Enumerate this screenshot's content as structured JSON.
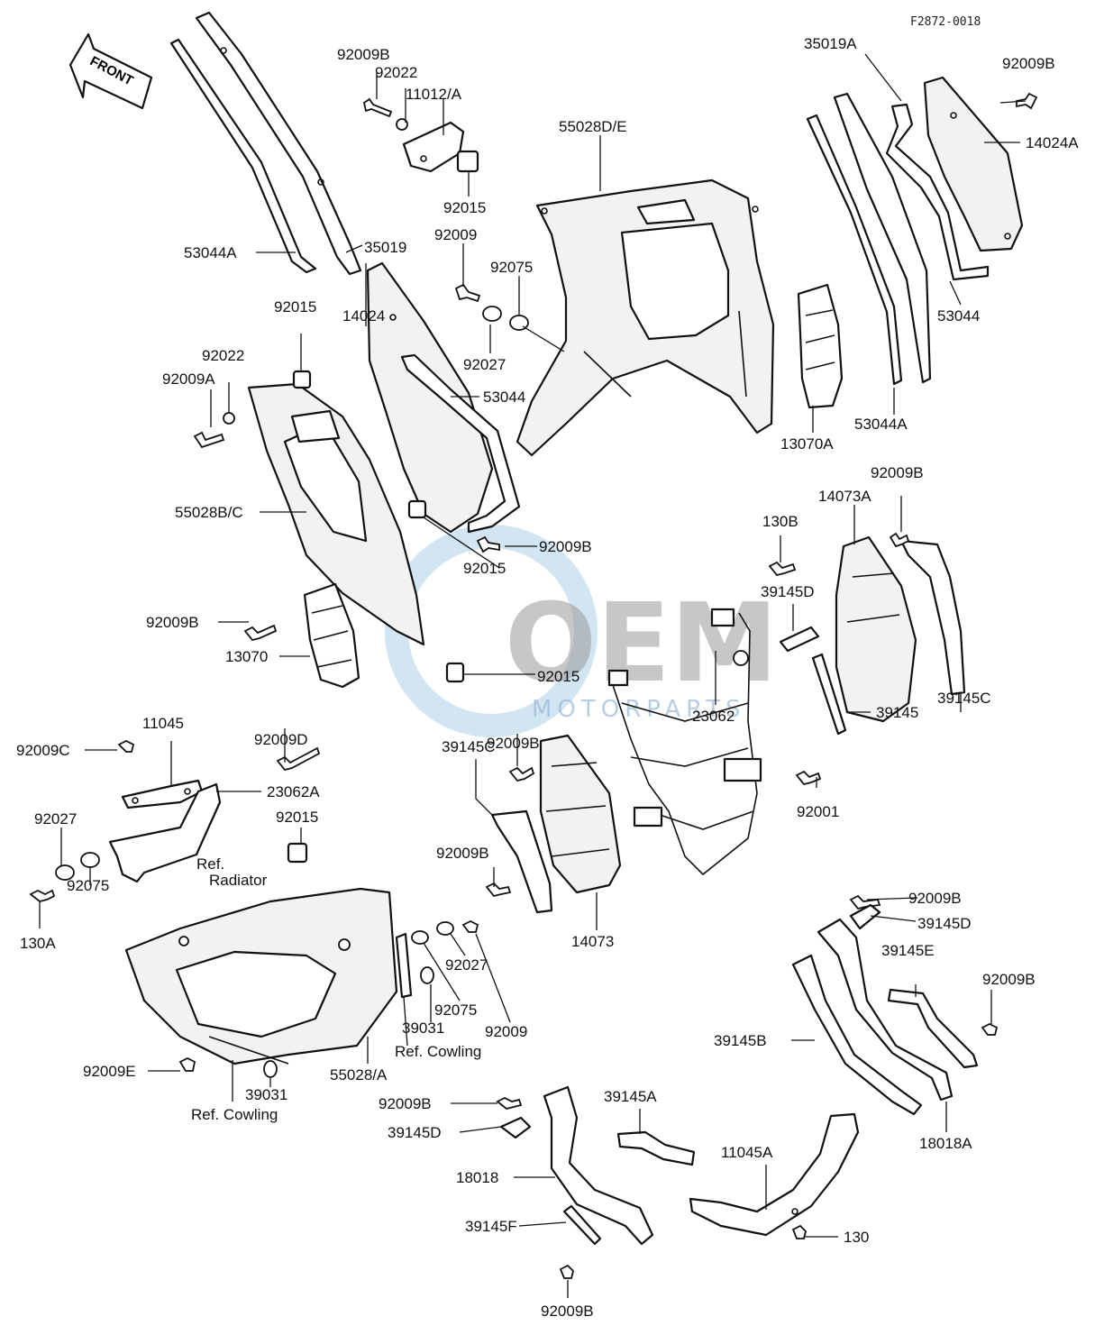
{
  "diagram_code": "F2872-0018",
  "front_arrow_label": "FRONT",
  "watermark": {
    "main": "OEM",
    "sub": "MOTORPARTS"
  },
  "labels": {
    "l_92009B_a": "92009B",
    "l_92022_a": "92022",
    "l_11012A": "11012/A",
    "l_92015_a": "92015",
    "l_53044A_a": "53044A",
    "l_35019": "35019",
    "l_55028DE": "55028D/E",
    "l_92009_a": "92009",
    "l_92075_a": "92075",
    "l_92027_a": "92027",
    "l_35019A": "35019A",
    "l_92009B_b": "92009B",
    "l_14024A": "14024A",
    "l_53044_a": "53044",
    "l_53044A_b": "53044A",
    "l_13070A": "13070A",
    "l_92015_b": "92015",
    "l_14024": "14024",
    "l_92022_b": "92022",
    "l_92009A": "92009A",
    "l_53044_b": "53044",
    "l_55028BC": "55028B/C",
    "l_92009B_c": "92009B",
    "l_92015_c": "92015",
    "l_92009B_d": "92009B",
    "l_13070": "13070",
    "l_92015_d": "92015",
    "l_92009D": "92009D",
    "l_92009B_e": "92009B",
    "l_14073A": "14073A",
    "l_130B": "130B",
    "l_39145D_a": "39145D",
    "l_39145C_a": "39145C",
    "l_39145": "39145",
    "l_23062": "23062",
    "l_92009B_f": "92009B",
    "l_39145C_b": "39145C",
    "l_92001": "92001",
    "l_11045": "11045",
    "l_92009C": "92009C",
    "l_23062A": "23062A",
    "l_92027_b": "92027",
    "l_92015_e": "92015",
    "l_ref_radiator_1": "Ref.",
    "l_ref_radiator_2": "Radiator",
    "l_92075_b": "92075",
    "l_130A": "130A",
    "l_92009B_g": "92009B",
    "l_14073": "14073",
    "l_92027_c": "92027",
    "l_92075_c": "92075",
    "l_92009_b": "92009",
    "l_39031_a": "39031",
    "l_ref_cowling_a": "Ref. Cowling",
    "l_55028A": "55028/A",
    "l_92009E": "92009E",
    "l_39031_b": "39031",
    "l_ref_cowling_b": "Ref. Cowling",
    "l_92009B_h": "92009B",
    "l_39145D_b": "39145D",
    "l_39145E": "39145E",
    "l_92009B_i": "92009B",
    "l_39145B": "39145B",
    "l_18018A": "18018A",
    "l_92009B_j": "92009B",
    "l_39145A": "39145A",
    "l_39145D_c": "39145D",
    "l_11045A": "11045A",
    "l_18018": "18018",
    "l_39145F": "39145F",
    "l_130": "130",
    "l_92009B_k": "92009B"
  }
}
